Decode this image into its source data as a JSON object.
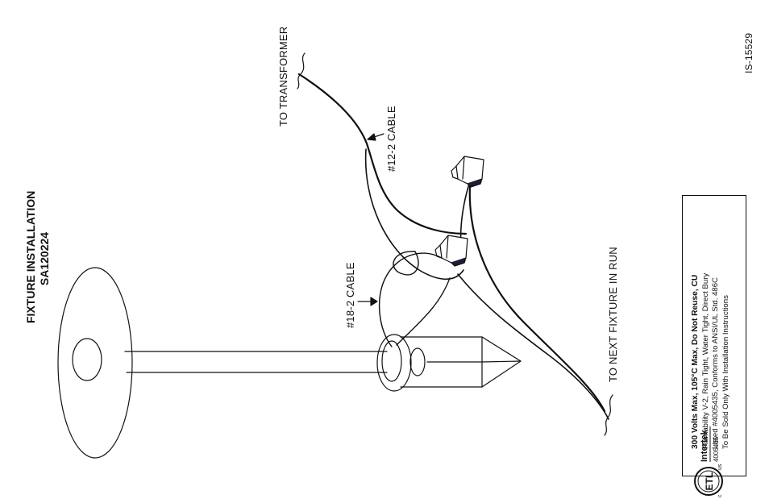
{
  "title": {
    "line1": "FIXTURE INSTALLATION",
    "line2": "SA120224"
  },
  "labels": {
    "to_transformer": "TO TRANSFORMER",
    "cable_12_2": "#12-2 CABLE",
    "cable_18_2": "#18-2 CABLE",
    "to_next_fixture": "TO NEXT FIXTURE IN RUN",
    "doc_number": "IS-15529"
  },
  "spec_box": {
    "line1": "300 Volts Max, 105°C Max, Do Not Reuse, CU",
    "line2": "Flamability V-2, Rain Tight, Water Tight, Direct Bury",
    "line3": "Listed #4005435, Conforms to ANSI/UL Std. 486C",
    "line4": "To Be Sold Only With Installation Instructions"
  },
  "certification": {
    "mark": "ETL",
    "c_mark": "c",
    "us_mark": "us",
    "brand": "Intertek",
    "number": "4005435"
  }
}
